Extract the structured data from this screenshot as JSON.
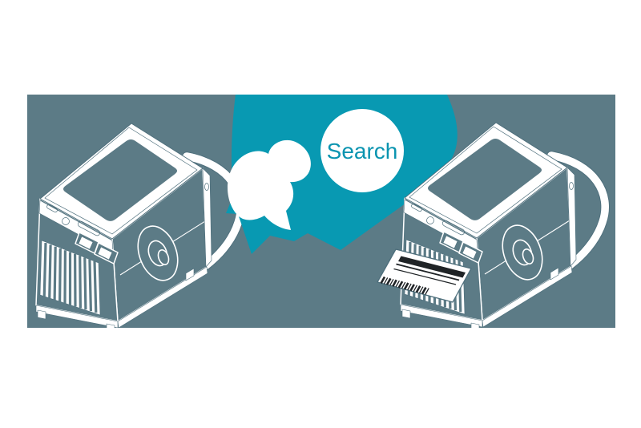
{
  "scene": {
    "search_label": "Search",
    "colors": {
      "background": "#ffffff",
      "stage": "#5c7b86",
      "cloud": "#0899b2",
      "line": "#ffffff",
      "detail": "#4e6f7c",
      "barcode": "#1f2326",
      "search_text": "#0a94b0"
    },
    "icons": [
      {
        "name": "printer-left-icon",
        "meaning": "label printer line illustration"
      },
      {
        "name": "printer-right-icon",
        "meaning": "label printer printing a barcode label"
      },
      {
        "name": "cloud-shape",
        "meaning": "teal network cloud"
      },
      {
        "name": "cloud-icon",
        "meaning": "small white cloud glyph"
      },
      {
        "name": "search-bubble",
        "meaning": "white circle bubble containing search label"
      },
      {
        "name": "barcode-label-icon",
        "meaning": "printed barcode label"
      }
    ]
  }
}
